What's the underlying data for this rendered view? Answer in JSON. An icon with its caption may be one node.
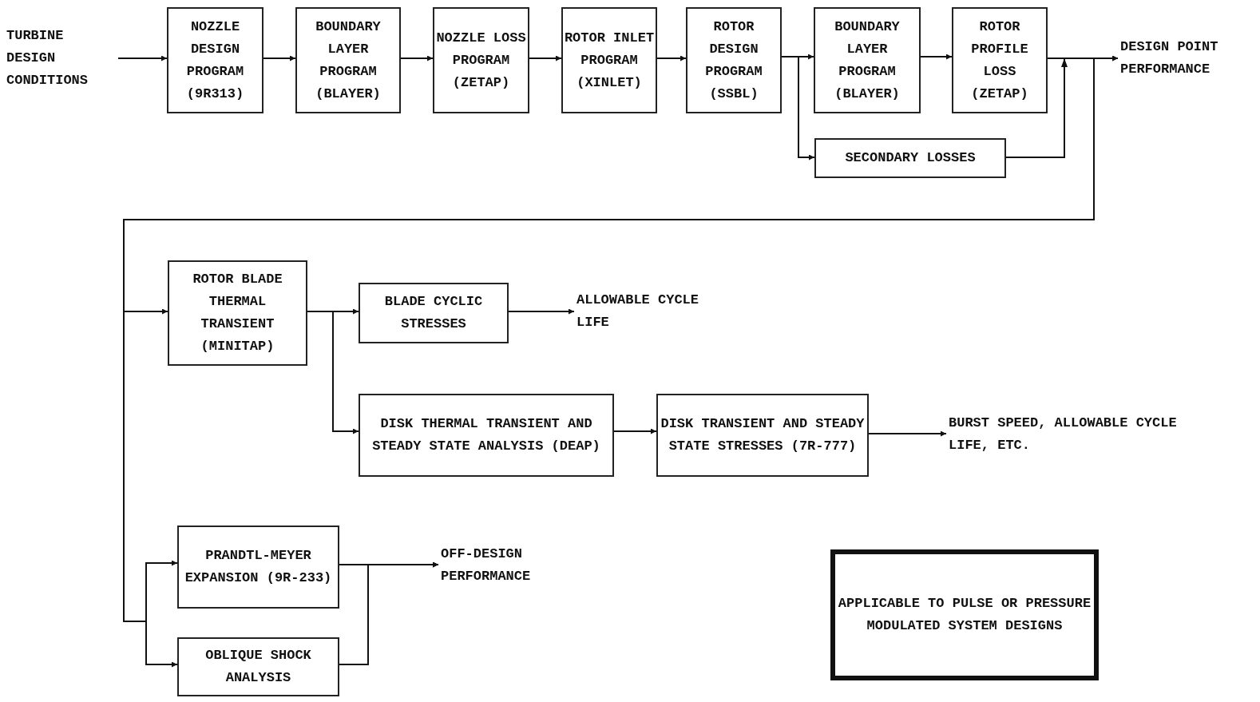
{
  "diagram": {
    "nodes": [
      {
        "text": [
          "TURBINE DESIGN CONDITIONS"
        ]
      },
      {
        "text": [
          "NOZZLE DESIGN PROGRAM (9R313)"
        ]
      },
      {
        "text": [
          "BOUNDARY LAYER PROGRAM (BLAYER)"
        ]
      },
      {
        "text": [
          "NOZZLE LOSS PROGRAM (ZETAP)"
        ]
      },
      {
        "text": [
          "ROTOR INLET PROGRAM (XINLET)"
        ]
      },
      {
        "text": [
          "ROTOR DESIGN PROGRAM (SSBL)"
        ]
      },
      {
        "text": [
          "BOUNDARY LAYER PROGRAM (BLAYER)"
        ]
      },
      {
        "text": [
          "ROTOR PROFILE LOSS (ZETAP)"
        ]
      },
      {
        "text": [
          "DESIGN POINT PERFORMANCE"
        ]
      },
      {
        "text": [
          "SECONDARY LOSSES"
        ]
      },
      {
        "text": [
          "ROTOR BLADE THERMAL TRANSIENT (MINITAP)"
        ]
      },
      {
        "text": [
          "BLADE CYCLIC STRESSES"
        ]
      },
      {
        "text": [
          "ALLOWABLE CYCLE LIFE"
        ]
      },
      {
        "text": [
          "DISK THERMAL TRANSIENT AND STEADY STATE ANALYSIS (DEAP)"
        ]
      },
      {
        "text": [
          "DISK TRANSIENT AND STEADY STATE STRESSES (7R-777)"
        ]
      },
      {
        "text": [
          "BURST SPEED, ALLOWABLE CYCLE LIFE, ETC."
        ]
      },
      {
        "text": [
          "PRANDTL-MEYER EXPANSION (9R-233)"
        ]
      },
      {
        "text": [
          "OBLIQUE SHOCK ANALYSIS"
        ]
      },
      {
        "text": [
          "OFF-DESIGN PERFORMANCE"
        ]
      },
      {
        "text": [
          "APPLICABLE TO PULSE OR PRESSURE MODULATED SYSTEM DESIGNS"
        ]
      }
    ],
    "edges": [
      {
        "from": 0,
        "to": 1,
        "arrow": "to"
      },
      {
        "from": 1,
        "to": 2,
        "arrow": "to"
      },
      {
        "from": 2,
        "to": 3,
        "arrow": "to"
      },
      {
        "from": 3,
        "to": 4,
        "arrow": "to"
      },
      {
        "from": 4,
        "to": 5,
        "arrow": "to"
      },
      {
        "from": 5,
        "to": 6,
        "arrow": "to"
      },
      {
        "from": 6,
        "to": 7,
        "arrow": "to"
      },
      {
        "from": 7,
        "to": 8,
        "arrow": "to"
      },
      {
        "from": 5,
        "to": 9,
        "arrow": "to"
      },
      {
        "from": 9,
        "to": 8,
        "arrow": "to"
      },
      {
        "from": 7,
        "to": 10,
        "arrow": "to"
      },
      {
        "from": 7,
        "to": 16,
        "arrow": "to"
      },
      {
        "from": 7,
        "to": 17,
        "arrow": "to"
      },
      {
        "from": 10,
        "to": 11,
        "arrow": "to"
      },
      {
        "from": 10,
        "to": 13,
        "arrow": "to"
      },
      {
        "from": 11,
        "to": 12,
        "arrow": "to"
      },
      {
        "from": 13,
        "to": 14,
        "arrow": "to"
      },
      {
        "from": 14,
        "to": 15,
        "arrow": "to"
      },
      {
        "from": 16,
        "to": 18,
        "arrow": "to"
      },
      {
        "from": 17,
        "to": 18,
        "arrow": "to"
      }
    ]
  }
}
